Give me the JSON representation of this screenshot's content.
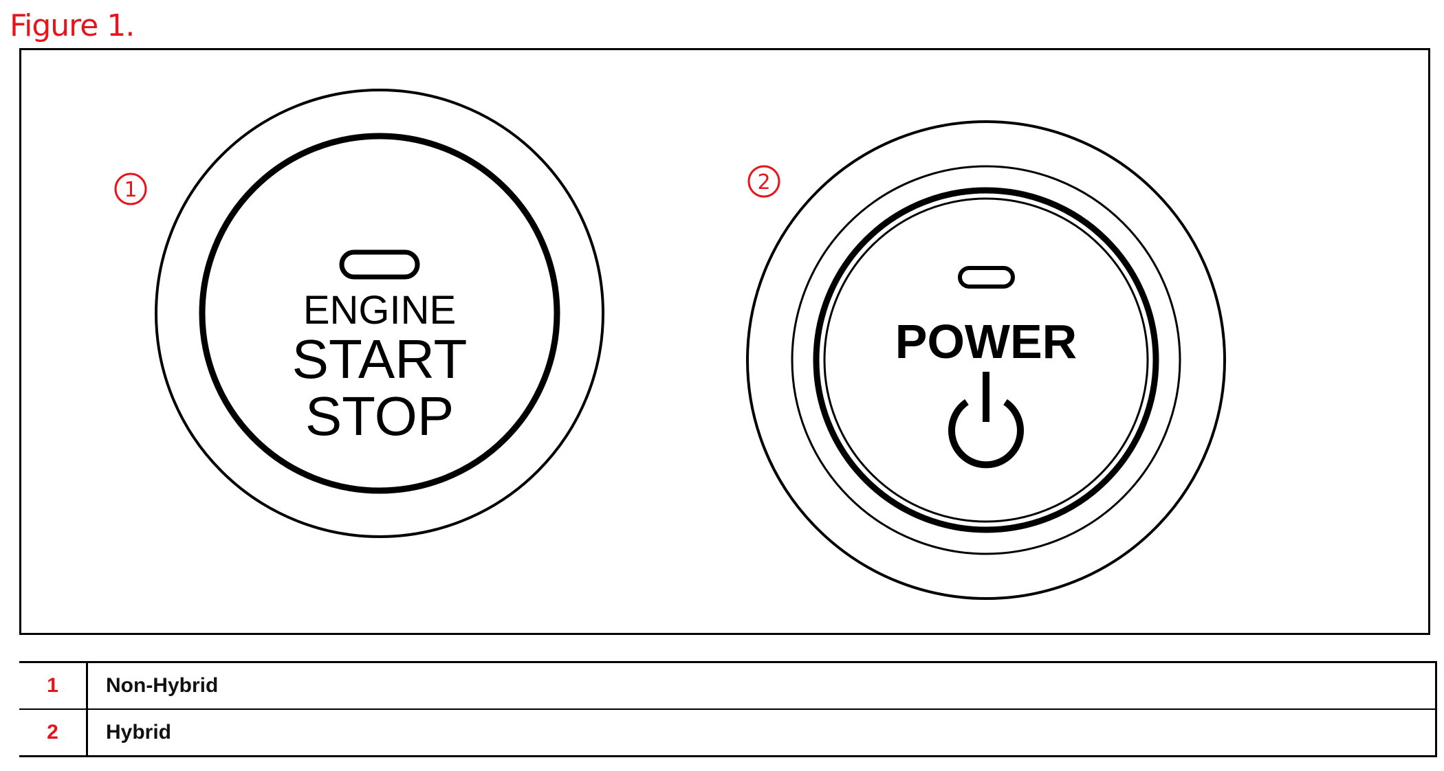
{
  "figure": {
    "title": "Figure 1.",
    "button_1": {
      "callout": "1",
      "lines": [
        "ENGINE",
        "START",
        "STOP"
      ]
    },
    "button_2": {
      "callout": "2",
      "label": "POWER",
      "icon": "power-symbol-icon"
    }
  },
  "legend": {
    "rows": [
      {
        "number": "1",
        "description": "Non-Hybrid"
      },
      {
        "number": "2",
        "description": "Hybrid"
      }
    ]
  },
  "colors": {
    "accent_red": "#e8141b",
    "line_black": "#000000"
  }
}
